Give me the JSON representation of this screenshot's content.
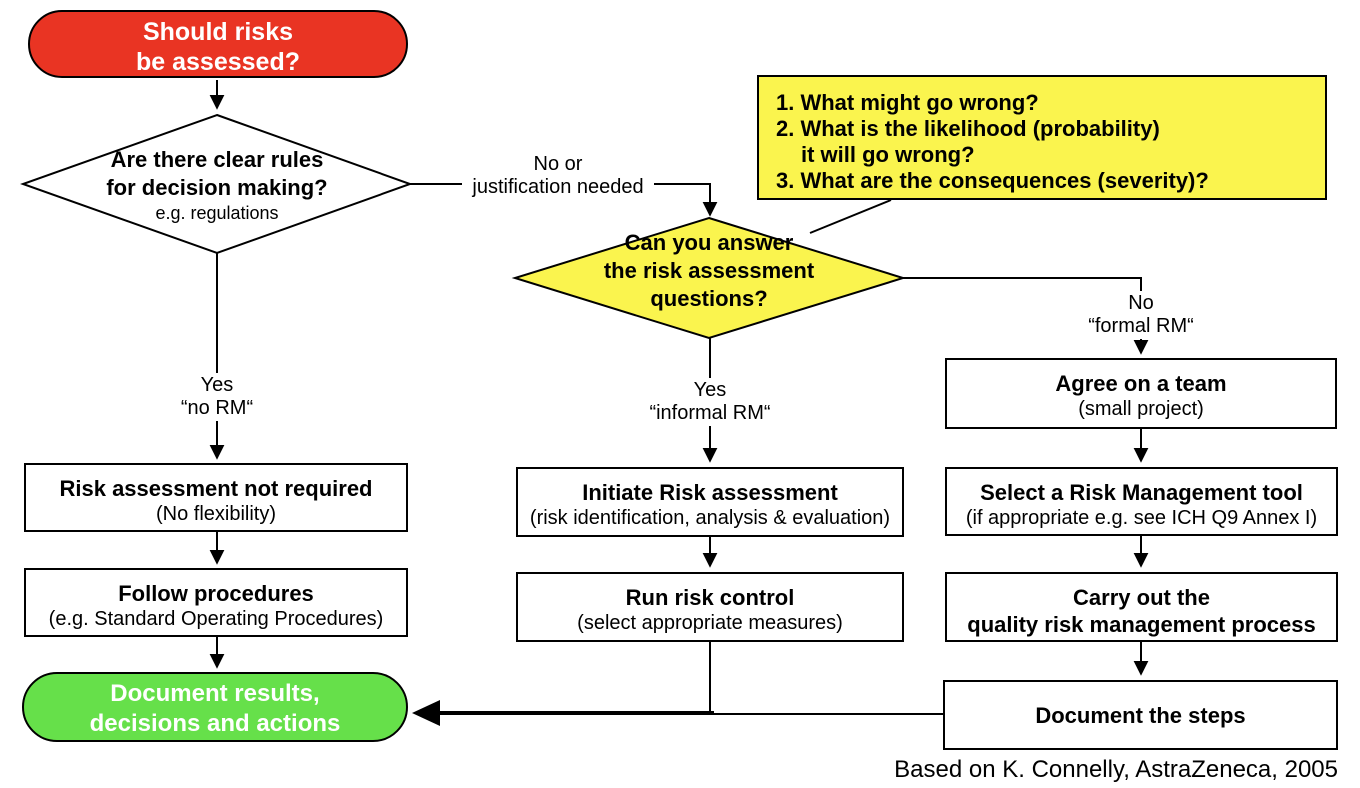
{
  "colors": {
    "start_red": "#e93423",
    "end_green": "#66e04a",
    "decision_yellow": "#faf44e",
    "line_black": "#000000"
  },
  "nodes": {
    "start": {
      "line1": "Should risks",
      "line2": "be assessed?"
    },
    "rules_decision": {
      "line1": "Are there clear rules",
      "line2": "for decision making?",
      "note": "e.g. regulations"
    },
    "question_note": {
      "line1": "1. What might go wrong?",
      "line2": "2. What is the likelihood (probability)",
      "line3": "it will go wrong?",
      "line4": "3. What are the consequences (severity)?"
    },
    "answer_decision": {
      "line1": "Can you answer",
      "line2": "the risk assessment",
      "line3": "questions?"
    },
    "risk_not_required": {
      "title": "Risk assessment not required",
      "subtitle": "(No flexibility)"
    },
    "follow_procedures": {
      "title": "Follow procedures",
      "subtitle": "(e.g. Standard Operating Procedures)"
    },
    "document_results": {
      "line1": "Document results,",
      "line2": "decisions and actions"
    },
    "initiate_assessment": {
      "title": "Initiate Risk assessment",
      "subtitle": "(risk identification, analysis & evaluation)"
    },
    "run_risk_control": {
      "title": "Run risk control",
      "subtitle": "(select appropriate measures)"
    },
    "agree_team": {
      "title": "Agree on a team",
      "subtitle": "(small project)"
    },
    "select_tool": {
      "title": "Select a Risk Management tool",
      "subtitle": "(if appropriate e.g. see ICH Q9 Annex I)"
    },
    "carry_out": {
      "line1": "Carry out the",
      "line2": "quality risk management process"
    },
    "document_steps": {
      "title": "Document the steps"
    }
  },
  "edge_labels": {
    "no_or_justification": {
      "line1": "No or",
      "line2": "justification needed"
    },
    "yes_no_rm": {
      "line1": "Yes",
      "line2": "“no RM“"
    },
    "yes_informal_rm": {
      "line1": "Yes",
      "line2": "“informal RM“"
    },
    "no_formal_rm": {
      "line1": "No",
      "line2": "“formal RM“"
    }
  },
  "caption": "Based on K. Connelly, AstraZeneca, 2005"
}
